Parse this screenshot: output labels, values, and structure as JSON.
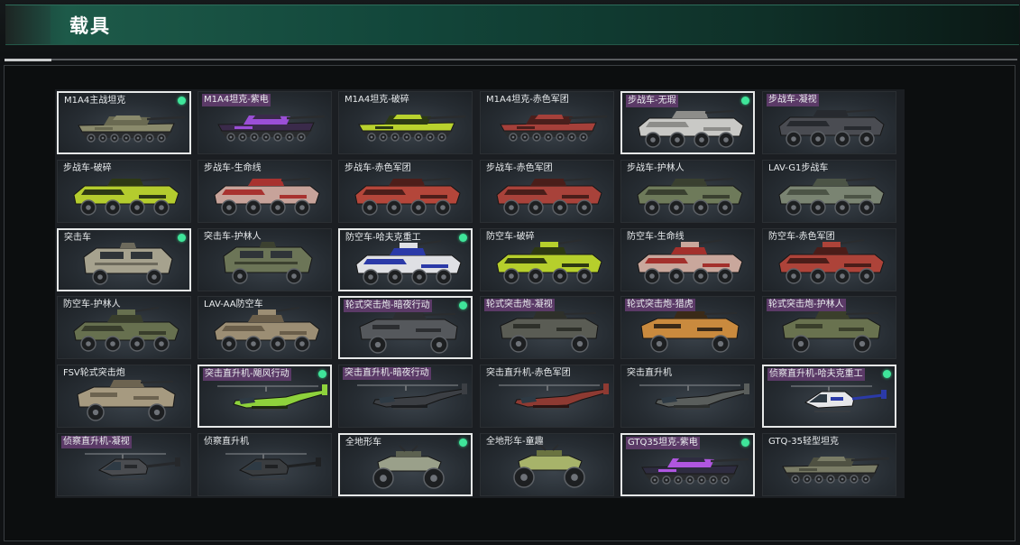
{
  "header": {
    "title": "载具"
  },
  "vehicles": [
    {
      "name": "M1A4主战坦克",
      "kind": "tank",
      "color": "#8a8a6c",
      "accent": "#6a6a52",
      "selected": true,
      "hl": false,
      "dot": true
    },
    {
      "name": "M1A4坦克-紫电",
      "kind": "tank",
      "color": "#3a2a4a",
      "accent": "#9b4fd6",
      "selected": false,
      "hl": true,
      "dot": false
    },
    {
      "name": "M1A4坦克-破碎",
      "kind": "tank",
      "color": "#b9d22e",
      "accent": "#2c3a14",
      "selected": false,
      "hl": false,
      "dot": false
    },
    {
      "name": "M1A4坦克-赤色军团",
      "kind": "tank",
      "color": "#a5403a",
      "accent": "#4a1f1c",
      "selected": false,
      "hl": false,
      "dot": false
    },
    {
      "name": "步战车-无瑕",
      "kind": "ifv",
      "color": "#c9c9c6",
      "accent": "#8d8d8a",
      "selected": true,
      "hl": true,
      "dot": true
    },
    {
      "name": "步战车-凝视",
      "kind": "ifv",
      "color": "#4a4c52",
      "accent": "#272a2f",
      "selected": false,
      "hl": true,
      "dot": false
    },
    {
      "name": "步战车-破碎",
      "kind": "ifv",
      "color": "#b4cc2e",
      "accent": "#2e3914",
      "selected": false,
      "hl": false,
      "dot": false
    },
    {
      "name": "步战车-生命线",
      "kind": "ifv",
      "color": "#c7a39a",
      "accent": "#a8322f",
      "selected": false,
      "hl": false,
      "dot": false
    },
    {
      "name": "步战车-赤色军团",
      "kind": "ifv",
      "color": "#b4463a",
      "accent": "#4d1e1a",
      "selected": false,
      "hl": false,
      "dot": false
    },
    {
      "name": "步战车-赤色军团",
      "kind": "ifv",
      "color": "#a8423a",
      "accent": "#4a1e1a",
      "selected": false,
      "hl": false,
      "dot": false
    },
    {
      "name": "步战车-护林人",
      "kind": "ifv",
      "color": "#6e7a5a",
      "accent": "#3a4030",
      "selected": false,
      "hl": false,
      "dot": false
    },
    {
      "name": "LAV-G1步战车",
      "kind": "ifv",
      "color": "#7a8472",
      "accent": "#4c5446",
      "selected": false,
      "hl": false,
      "dot": false
    },
    {
      "name": "突击车",
      "kind": "mrap",
      "color": "#a6a28e",
      "accent": "#6d6a5c",
      "selected": true,
      "hl": false,
      "dot": true
    },
    {
      "name": "突击车-护林人",
      "kind": "mrap",
      "color": "#6c7557",
      "accent": "#3c4130",
      "selected": false,
      "hl": false,
      "dot": false
    },
    {
      "name": "防空车-哈夫克重工",
      "kind": "aa",
      "color": "#dfe0e4",
      "accent": "#2b3aa8",
      "selected": true,
      "hl": false,
      "dot": true
    },
    {
      "name": "防空车-破碎",
      "kind": "aa",
      "color": "#b6cf2c",
      "accent": "#2e3912",
      "selected": false,
      "hl": false,
      "dot": false
    },
    {
      "name": "防空车-生命线",
      "kind": "aa",
      "color": "#c9a79c",
      "accent": "#a3302c",
      "selected": false,
      "hl": false,
      "dot": false
    },
    {
      "name": "防空车-赤色军团",
      "kind": "aa",
      "color": "#ad4339",
      "accent": "#4b1d19",
      "selected": false,
      "hl": false,
      "dot": false
    },
    {
      "name": "防空车-护林人",
      "kind": "aa",
      "color": "#67704f",
      "accent": "#393e2c",
      "selected": false,
      "hl": false,
      "dot": false
    },
    {
      "name": "LAV-AA防空车",
      "kind": "aa",
      "color": "#9c8e74",
      "accent": "#6a5e4a",
      "selected": false,
      "hl": false,
      "dot": false
    },
    {
      "name": "轮式突击炮-暗夜行动",
      "kind": "mgs",
      "color": "#55585c",
      "accent": "#2c2e31",
      "selected": true,
      "hl": true,
      "dot": true
    },
    {
      "name": "轮式突击炮-凝视",
      "kind": "mgs",
      "color": "#5a5c54",
      "accent": "#2e302a",
      "selected": false,
      "hl": true,
      "dot": false
    },
    {
      "name": "轮式突击炮-猎虎",
      "kind": "mgs",
      "color": "#c98a3e",
      "accent": "#3a2a18",
      "selected": false,
      "hl": true,
      "dot": false
    },
    {
      "name": "轮式突击炮-护林人",
      "kind": "mgs",
      "color": "#69724f",
      "accent": "#3a3f2b",
      "selected": false,
      "hl": true,
      "dot": false
    },
    {
      "name": "FSV轮式突击炮",
      "kind": "mgs",
      "color": "#a69a80",
      "accent": "#6c6350",
      "selected": false,
      "hl": false,
      "dot": false
    },
    {
      "name": "突击直升机-飓风行动",
      "kind": "heli",
      "color": "#8ed23c",
      "accent": "#1e2a12",
      "selected": true,
      "hl": true,
      "dot": true
    },
    {
      "name": "突击直升机-暗夜行动",
      "kind": "heli",
      "color": "#3c3f44",
      "accent": "#1c1e21",
      "selected": false,
      "hl": true,
      "dot": false
    },
    {
      "name": "突击直升机-赤色军团",
      "kind": "heli",
      "color": "#8e3a32",
      "accent": "#2c1412",
      "selected": false,
      "hl": false,
      "dot": false
    },
    {
      "name": "突击直升机",
      "kind": "heli",
      "color": "#5a5e5c",
      "accent": "#2c2f2e",
      "selected": false,
      "hl": false,
      "dot": false
    },
    {
      "name": "侦察直升机-哈夫克重工",
      "kind": "scout",
      "color": "#e6e7ea",
      "accent": "#2b3aa8",
      "selected": true,
      "hl": true,
      "dot": true
    },
    {
      "name": "侦察直升机-凝视",
      "kind": "scout",
      "color": "#4a4c50",
      "accent": "#26282b",
      "selected": false,
      "hl": true,
      "dot": false
    },
    {
      "name": "侦察直升机",
      "kind": "scout",
      "color": "#3a3d40",
      "accent": "#1f2123",
      "selected": false,
      "hl": false,
      "dot": false
    },
    {
      "name": "全地形车",
      "kind": "atv",
      "color": "#9aa08a",
      "accent": "#5c6150",
      "selected": true,
      "hl": false,
      "dot": true
    },
    {
      "name": "全地形车-童趣",
      "kind": "atv",
      "color": "#a7b36a",
      "accent": "#6a7340",
      "selected": false,
      "hl": false,
      "dot": false
    },
    {
      "name": "GTQ35坦克-紫电",
      "kind": "tank",
      "color": "#2e2c40",
      "accent": "#b056e0",
      "selected": true,
      "hl": true,
      "dot": true
    },
    {
      "name": "GTQ-35轻型坦克",
      "kind": "tank",
      "color": "#7a7c66",
      "accent": "#4f5142",
      "selected": false,
      "hl": false,
      "dot": false
    }
  ]
}
